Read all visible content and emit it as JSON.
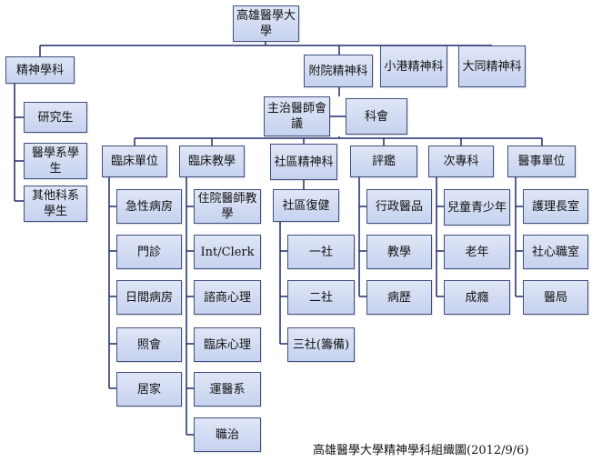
{
  "org": {
    "root": "高雄醫學大學",
    "dept": "精神學科",
    "dept_children": [
      "研究生",
      "醫學系學生",
      "其他科系學生"
    ],
    "hospital_dept": "附院精神科",
    "sibling_units": [
      "小港精神科",
      "大同精神科"
    ],
    "attending_meeting": "主治醫師會議",
    "dept_meeting": "科會",
    "branches": [
      {
        "label": "臨床單位",
        "children": [
          "急性病房",
          "門診",
          "日間病房",
          "照會",
          "居家"
        ]
      },
      {
        "label": "臨床教學",
        "children": [
          "住院醫師教學",
          "Int/Clerk",
          "諮商心理",
          "臨床心理",
          "運醫系",
          "職治"
        ]
      },
      {
        "label": "社區精神科",
        "children": [
          "社區復健"
        ],
        "sub_children": [
          "一社",
          "二社",
          "三社(籌備)"
        ]
      },
      {
        "label": "評鑑",
        "children": [
          "行政醫品",
          "教學",
          "病歷"
        ]
      },
      {
        "label": "次專科",
        "children": [
          "兒童青少年",
          "老年",
          "成癮"
        ]
      },
      {
        "label": "醫事單位",
        "children": [
          "護理長室",
          "社心職室",
          "醫局"
        ]
      }
    ]
  },
  "caption": "高雄醫學大學精神學科組織圖(2012/9/6)",
  "colors": {
    "box_fill": "#cfd9f1",
    "box_border": "#3f4f80",
    "connector": "#1f2a6e"
  }
}
